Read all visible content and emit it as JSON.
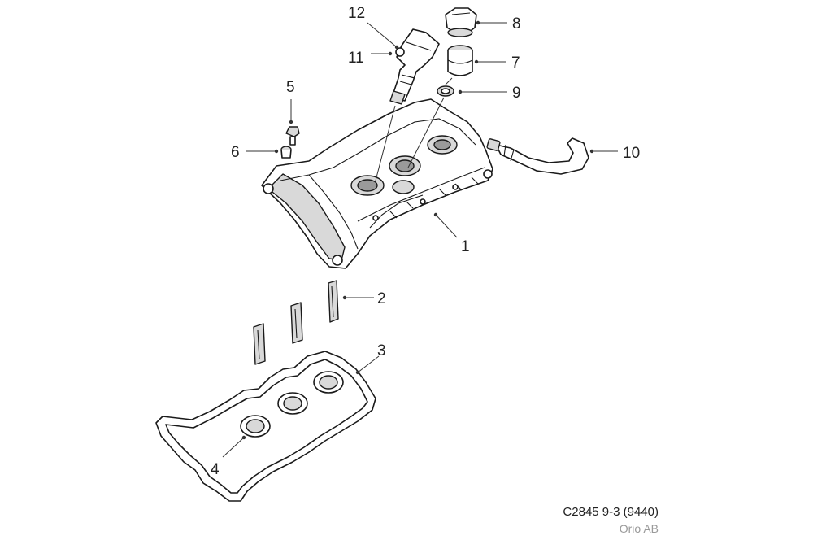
{
  "callouts": {
    "c1": "1",
    "c2": "2",
    "c3": "3",
    "c4": "4",
    "c5": "5",
    "c6": "6",
    "c7": "7",
    "c8": "8",
    "c9": "9",
    "c10": "10",
    "c11": "11",
    "c12": "12"
  },
  "reference": {
    "code": "C2845 9-3 (9440)",
    "owner": "Orio AB"
  },
  "colors": {
    "line": "#1a1a1a",
    "shade": "#d9d9d9",
    "caption_grey": "#9a9a9a"
  }
}
